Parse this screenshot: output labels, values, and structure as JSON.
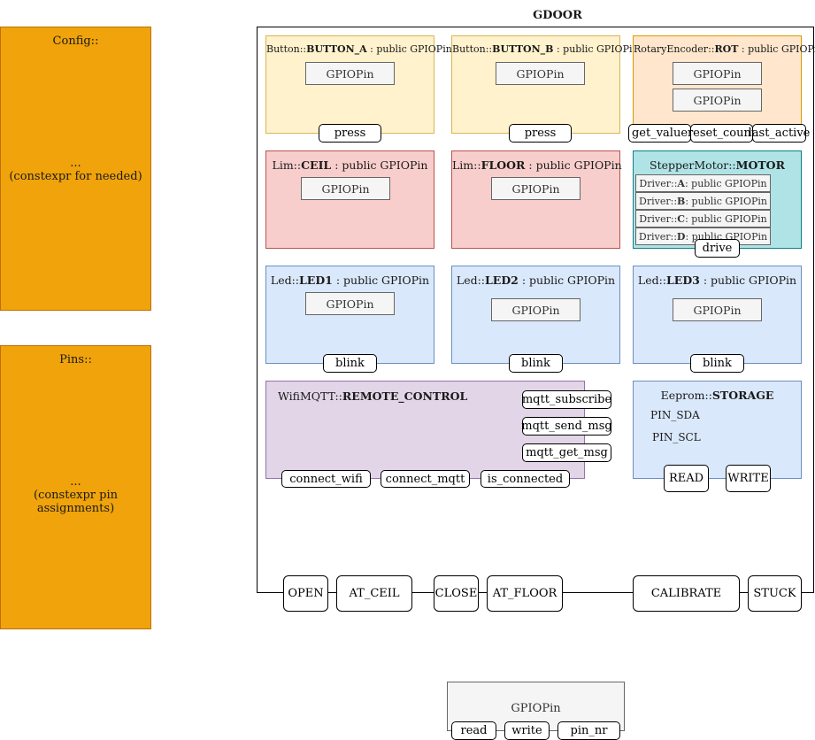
{
  "config": {
    "title": "Config::",
    "ellipsis": "...",
    "note": "(constexpr for needed)"
  },
  "pins": {
    "title": "Pins::",
    "ellipsis": "...",
    "note": "(constexpr pin assignments)"
  },
  "gdoor": {
    "title": "GDOOR",
    "button_a": {
      "prefix": "Button::",
      "name": "BUTTON_A",
      "suffix": " : public GPIOPin",
      "pins": [
        "GPIOPin"
      ],
      "methods": [
        "press"
      ]
    },
    "button_b": {
      "prefix": "Button::",
      "name": "BUTTON_B",
      "suffix": " : public GPIOPin",
      "pins": [
        "GPIOPin"
      ],
      "methods": [
        "press"
      ]
    },
    "rot": {
      "prefix": "RotaryEncoder::",
      "name": "ROT",
      "suffix": " : public GPIOPin",
      "pins": [
        "GPIOPin",
        "GPIOPin"
      ],
      "methods": [
        "get_value",
        "reset_count",
        "last_active"
      ]
    },
    "ceil": {
      "prefix": "Lim::",
      "name": "CEIL",
      "suffix": " : public GPIOPin",
      "pins": [
        "GPIOPin"
      ]
    },
    "floor": {
      "prefix": "Lim::",
      "name": "FLOOR",
      "suffix": " : public GPIOPin",
      "pins": [
        "GPIOPin"
      ]
    },
    "motor": {
      "prefix": "StepperMotor::",
      "name": "MOTOR",
      "drivers": [
        {
          "prefix": "Driver::",
          "name": "A",
          "suffix": " : public GPIOPin"
        },
        {
          "prefix": "Driver::",
          "name": "B",
          "suffix": " : public GPIOPin"
        },
        {
          "prefix": "Driver::",
          "name": "C",
          "suffix": " : public GPIOPin"
        },
        {
          "prefix": "Driver::",
          "name": "D",
          "suffix": " : public GPIOPin"
        }
      ],
      "methods": [
        "drive"
      ]
    },
    "led1": {
      "prefix": "Led::",
      "name": "LED1",
      "suffix": " : public GPIOPin",
      "pins": [
        "GPIOPin"
      ],
      "methods": [
        "blink"
      ]
    },
    "led2": {
      "prefix": "Led::",
      "name": "LED2",
      "suffix": " : public GPIOPin",
      "pins": [
        "GPIOPin"
      ],
      "methods": [
        "blink"
      ]
    },
    "led3": {
      "prefix": "Led::",
      "name": "LED3",
      "suffix": " : public GPIOPin",
      "pins": [
        "GPIOPin"
      ],
      "methods": [
        "blink"
      ]
    },
    "remote": {
      "prefix": "WifiMQTT::",
      "name": "REMOTE_CONTROL",
      "methods_right": [
        "mqtt_subscribe",
        "mqtt_send_msg",
        "mqtt_get_msg"
      ],
      "methods_bottom": [
        "connect_wifi",
        "connect_mqtt",
        "is_connected"
      ]
    },
    "storage": {
      "prefix": "Eeprom::",
      "name": "STORAGE",
      "fields": [
        "PIN_SDA",
        "PIN_SCL"
      ],
      "methods": [
        "READ",
        "WRITE"
      ]
    },
    "states": [
      "OPEN",
      "AT_CEIL",
      "CLOSE",
      "AT_FLOOR",
      "CALIBRATE",
      "STUCK"
    ]
  },
  "gpiopin": {
    "title": "GPIOPin",
    "methods": [
      "read",
      "write",
      "pin_nr"
    ]
  }
}
